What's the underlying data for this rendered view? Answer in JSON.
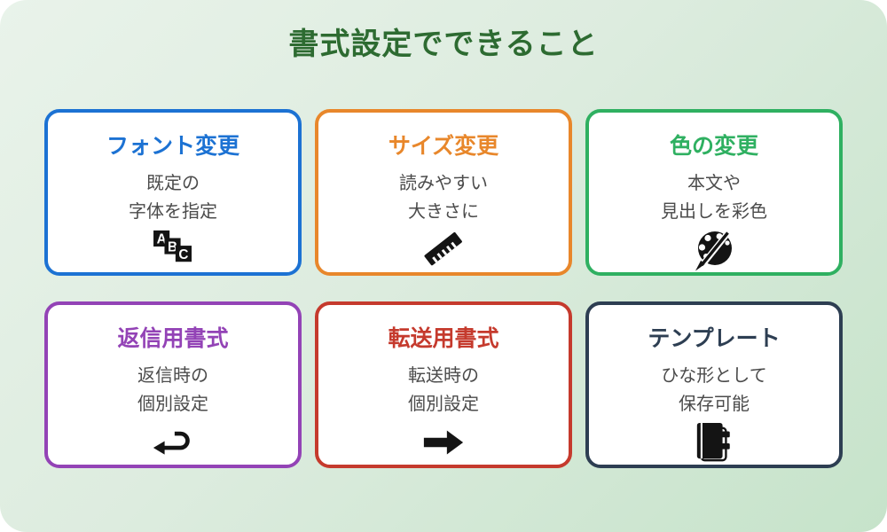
{
  "page": {
    "title": "書式設定でできること",
    "title_color": "#2d6b31",
    "background_gradient": [
      "#e9f3ea",
      "#c6e3ca"
    ]
  },
  "cards": [
    {
      "title": "フォント変更",
      "color": "#1c72d3",
      "lines": [
        "既定の",
        "字体を指定"
      ],
      "icon": "abc-blocks-icon"
    },
    {
      "title": "サイズ変更",
      "color": "#e8872b",
      "lines": [
        "読みやすい",
        "大きさに"
      ],
      "icon": "ruler-icon"
    },
    {
      "title": "色の変更",
      "color": "#2fb061",
      "lines": [
        "本文や",
        "見出しを彩色"
      ],
      "icon": "palette-icon"
    },
    {
      "title": "返信用書式",
      "color": "#9343b6",
      "lines": [
        "返信時の",
        "個別設定"
      ],
      "icon": "reply-arrow-icon"
    },
    {
      "title": "転送用書式",
      "color": "#c53a2d",
      "lines": [
        "転送時の",
        "個別設定"
      ],
      "icon": "forward-arrow-icon"
    },
    {
      "title": "テンプレート",
      "color": "#2d3e52",
      "lines": [
        "ひな形として",
        "保存可能"
      ],
      "icon": "notebook-icon"
    }
  ]
}
